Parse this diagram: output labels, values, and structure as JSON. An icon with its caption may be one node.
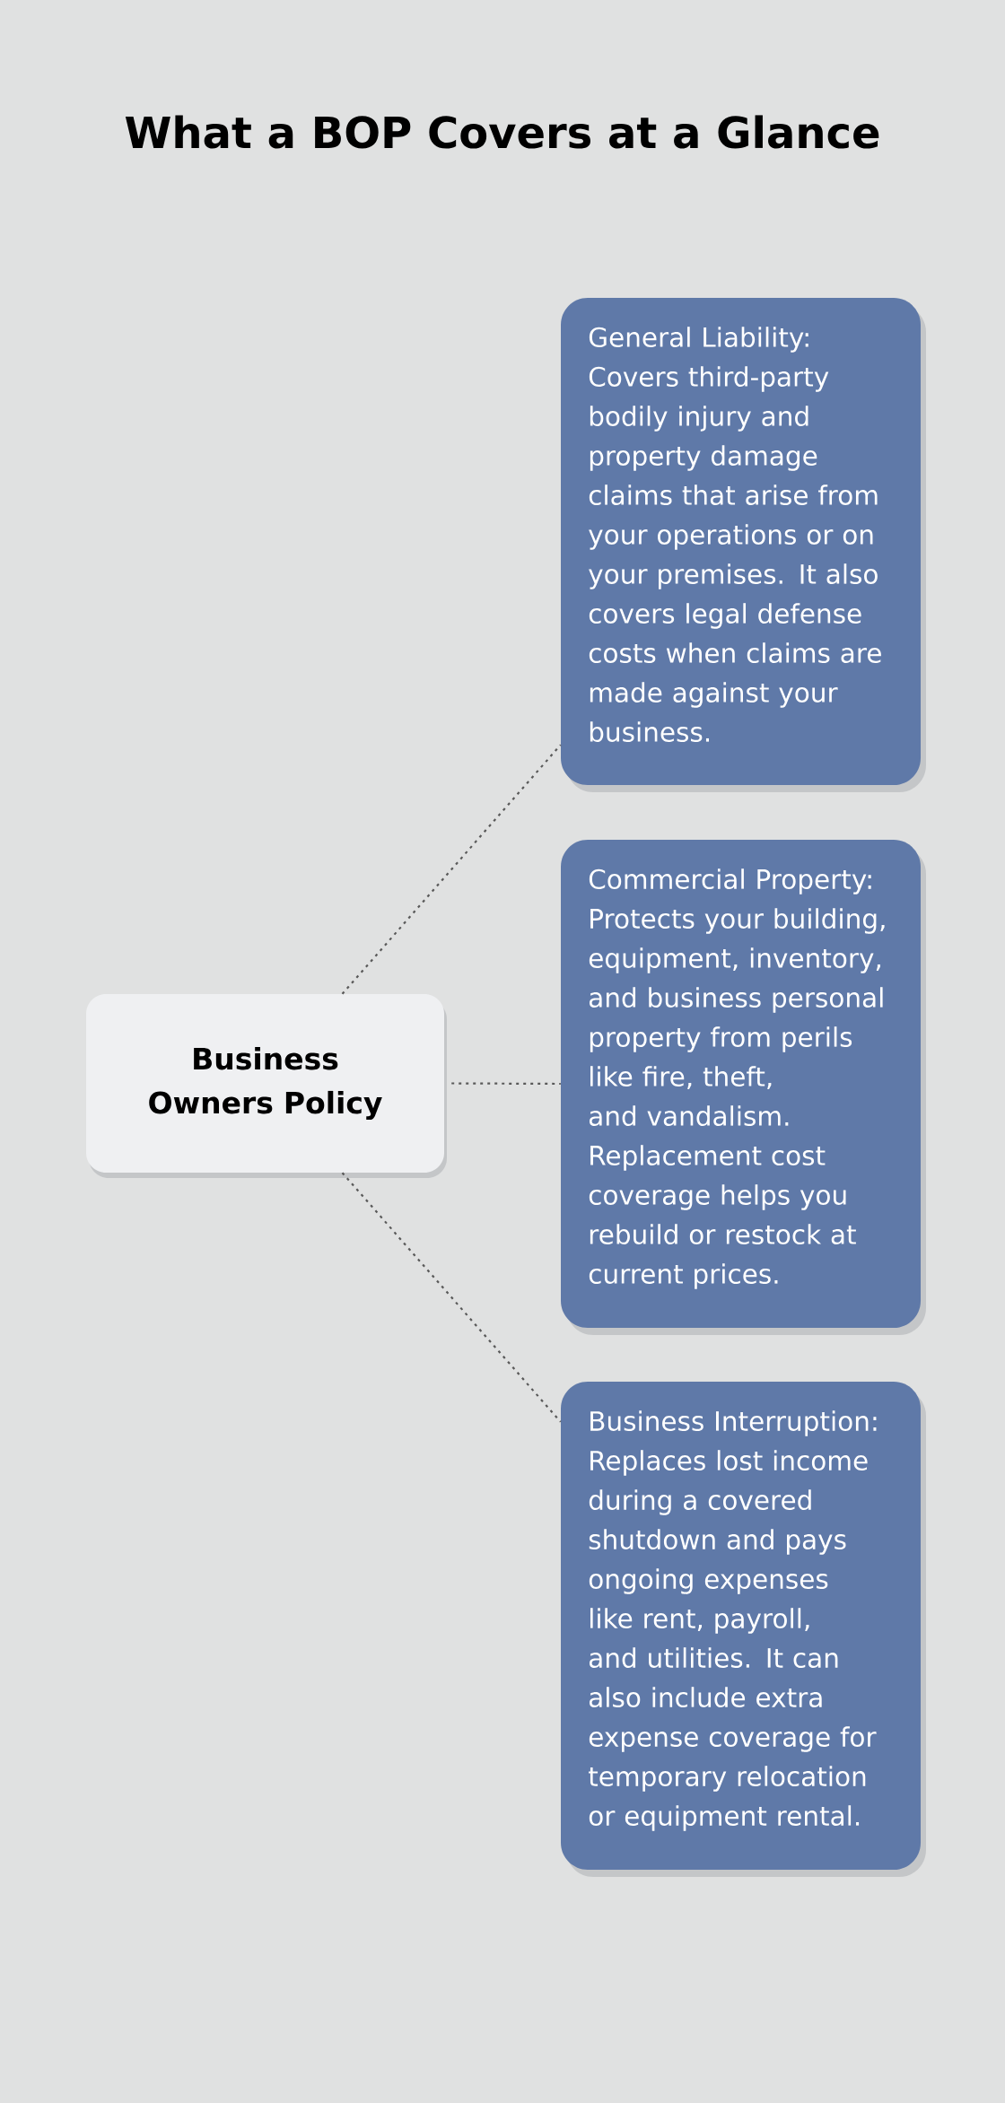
{
  "diagram": {
    "title": "What a BOP Covers at a Glance",
    "nodes": [
      {
        "text": [
          "Business Owners Policy"
        ]
      },
      {
        "text": [
          "General Liability: Covers third-party bodily injury and property damage claims that arise from your operations or on your premises. It also covers legal defense costs when claims are made against your business."
        ]
      },
      {
        "text": [
          "Commercial Property: Protects your building, equipment, inventory, and business personal property from perils like fire, theft, and vandalism. Replacement cost coverage helps you rebuild or restock at current prices."
        ]
      },
      {
        "text": [
          "Business Interruption: Replaces lost income during a covered shutdown and pays ongoing expenses like rent, payroll, and utilities. It can also include extra expense coverage for temporary relocation or equipment rental."
        ]
      }
    ],
    "edges": [
      {
        "from": 0,
        "to": 1,
        "arrow": "none",
        "style": "dashed"
      },
      {
        "from": 0,
        "to": 2,
        "arrow": "none",
        "style": "dashed"
      },
      {
        "from": 0,
        "to": 3,
        "arrow": "none",
        "style": "dashed"
      }
    ]
  }
}
